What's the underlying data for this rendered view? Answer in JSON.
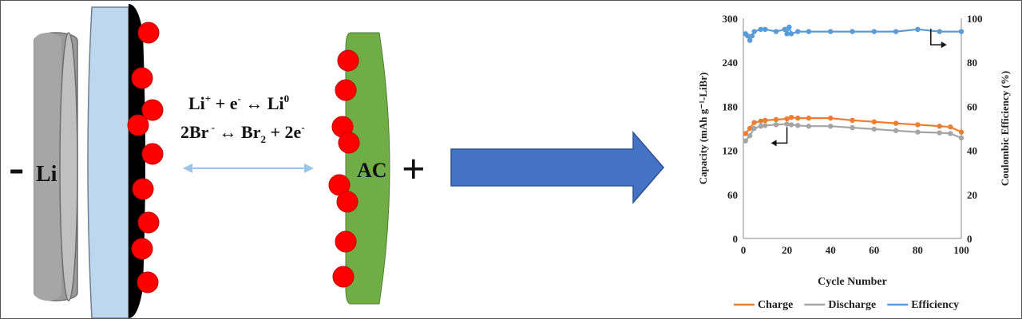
{
  "diagram": {
    "minus_sign": "-",
    "li_label": "Li",
    "ac_label": "AC",
    "plus_sign": "+",
    "reaction1": {
      "a": "Li",
      "a_sup": "+",
      "b": " + e",
      "b_sup": "-",
      "c": " ↔ Li",
      "c_sup": "0"
    },
    "reaction2": {
      "a": "2Br",
      "a_sup": " -",
      "b": " ↔ Br",
      "b_sub": "2",
      "c": " + 2e",
      "c_sup": "-"
    },
    "colors": {
      "li": "#a6a6a6",
      "separator": "#bdd7ee",
      "black_layer": "#000000",
      "ac": "#70ad47",
      "dots": "#ff0000",
      "arrow": "#4472c4",
      "double_arrow": "#9dc3e6"
    }
  },
  "chart_data": {
    "type": "line",
    "xlabel": "Cycle Number",
    "ylabel": "Capacity (mAh g⁻¹-LiBr)",
    "y2label": "Coulombic Efficiency (%)",
    "xlim": [
      0,
      100
    ],
    "ylim": [
      0,
      300
    ],
    "y2lim": [
      0,
      100
    ],
    "xticks": [
      0,
      20,
      40,
      60,
      80,
      100
    ],
    "yticks": [
      0,
      60,
      120,
      180,
      240,
      300
    ],
    "y2ticks": [
      0,
      20,
      40,
      60,
      80,
      100
    ],
    "grid": false,
    "legend": "bottom",
    "series": [
      {
        "name": "Charge",
        "axis": "left",
        "color": "#ed7d31",
        "x": [
          1,
          3,
          5,
          8,
          10,
          15,
          20,
          22,
          25,
          30,
          40,
          50,
          60,
          70,
          80,
          90,
          95,
          100
        ],
        "values": [
          143,
          150,
          158,
          160,
          161,
          162,
          163,
          165,
          164,
          164,
          164,
          161,
          159,
          157,
          155,
          153,
          152,
          145
        ]
      },
      {
        "name": "Discharge",
        "axis": "left",
        "color": "#a5a5a5",
        "x": [
          1,
          3,
          5,
          8,
          10,
          15,
          20,
          22,
          25,
          30,
          40,
          50,
          60,
          70,
          80,
          90,
          95,
          100
        ],
        "values": [
          133,
          140,
          150,
          153,
          154,
          155,
          156,
          155,
          154,
          153,
          153,
          151,
          149,
          147,
          145,
          144,
          143,
          137
        ]
      },
      {
        "name": "Efficiency",
        "axis": "right",
        "color": "#5b9bd5",
        "x": [
          1,
          2,
          3,
          4,
          5,
          8,
          10,
          15,
          19,
          20,
          21,
          22,
          25,
          30,
          40,
          50,
          60,
          70,
          80,
          90,
          100
        ],
        "values": [
          93,
          92,
          90,
          92,
          94,
          95,
          95,
          94,
          95,
          93,
          96,
          93,
          94,
          94,
          94,
          94,
          94,
          94,
          95,
          94,
          94
        ]
      }
    ],
    "annotations": [
      {
        "type": "elbow-arrow",
        "points_to": "left",
        "near_series": "Charge",
        "at": [
          20,
          130
        ]
      },
      {
        "type": "elbow-arrow",
        "points_to": "right",
        "near_series": "Efficiency",
        "at": [
          86,
          88
        ]
      }
    ]
  }
}
